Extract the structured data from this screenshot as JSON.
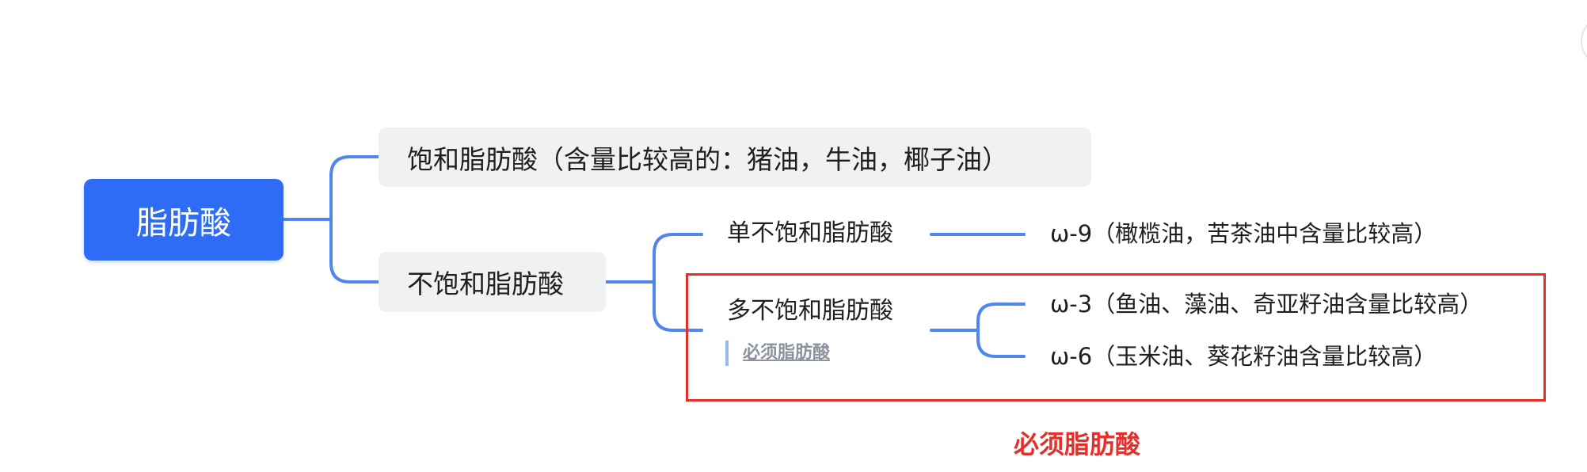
{
  "mindmap": {
    "root": {
      "label": "脂肪酸"
    },
    "branch_saturated": {
      "label": "饱和脂肪酸（含量比较高的：猪油，牛油，椰子油）"
    },
    "branch_unsaturated": {
      "label": "不饱和脂肪酸"
    },
    "sub_mono": {
      "label": "单不饱和脂肪酸"
    },
    "sub_poly": {
      "label": "多不饱和脂肪酸",
      "note": "必须脂肪酸"
    },
    "leaf_omega9": {
      "label": "ω-9（橄榄油，苦茶油中含量比较高）"
    },
    "leaf_omega3": {
      "label": "ω-3（鱼油、藻油、奇亚籽油含量比较高）"
    },
    "leaf_omega6": {
      "label": "ω-6（玉米油、葵花籽油含量比较高）"
    }
  },
  "annotation": {
    "label": "必须脂肪酸"
  },
  "colors": {
    "connector": "#4f86f0",
    "root_fill": "#2f6cf6",
    "branch_fill": "#f0f1f3",
    "highlight": "#e52f2a"
  }
}
